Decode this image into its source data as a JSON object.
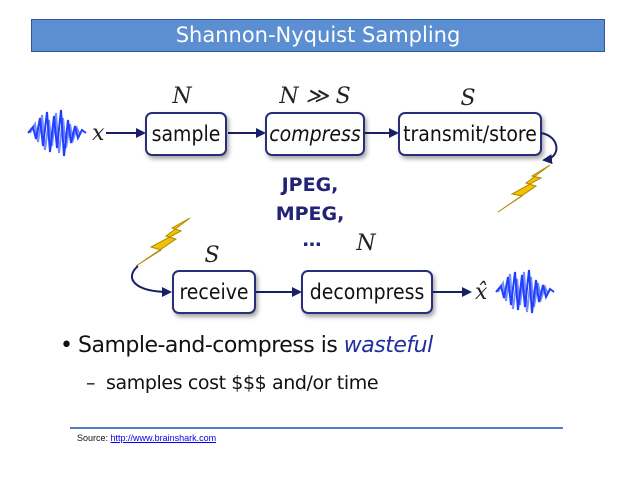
{
  "slide": {
    "title": "Shannon-Nyquist Sampling"
  },
  "diagram": {
    "row1": {
      "input_symbol": "x",
      "boxes": [
        {
          "label": "sample",
          "annotation": "N"
        },
        {
          "label": "compress",
          "annotation": "N ≫ S"
        },
        {
          "label": "transmit/store",
          "annotation": "S"
        }
      ]
    },
    "codecs": [
      "JPEG,",
      "MPEG,",
      "…"
    ],
    "row2": {
      "output_symbol": "x̂",
      "boxes": [
        {
          "label": "receive",
          "annotation": "S"
        },
        {
          "label": "decompress",
          "annotation": "N"
        }
      ]
    }
  },
  "bullet": {
    "main_text": "Sample-and-compress is",
    "main_emphasis": "wasteful",
    "sub_dash": "–",
    "sub_text": "samples cost $$$ and/or time"
  },
  "footer": {
    "source_label": "Source:",
    "source_link": "http://www.brainshark.com"
  },
  "colors": {
    "title_bg": "#5b8fd1",
    "box_border": "#2a2f7a",
    "arrow": "#1a1f66",
    "signal": "#1f3fff",
    "lightning": "#f2c200"
  }
}
